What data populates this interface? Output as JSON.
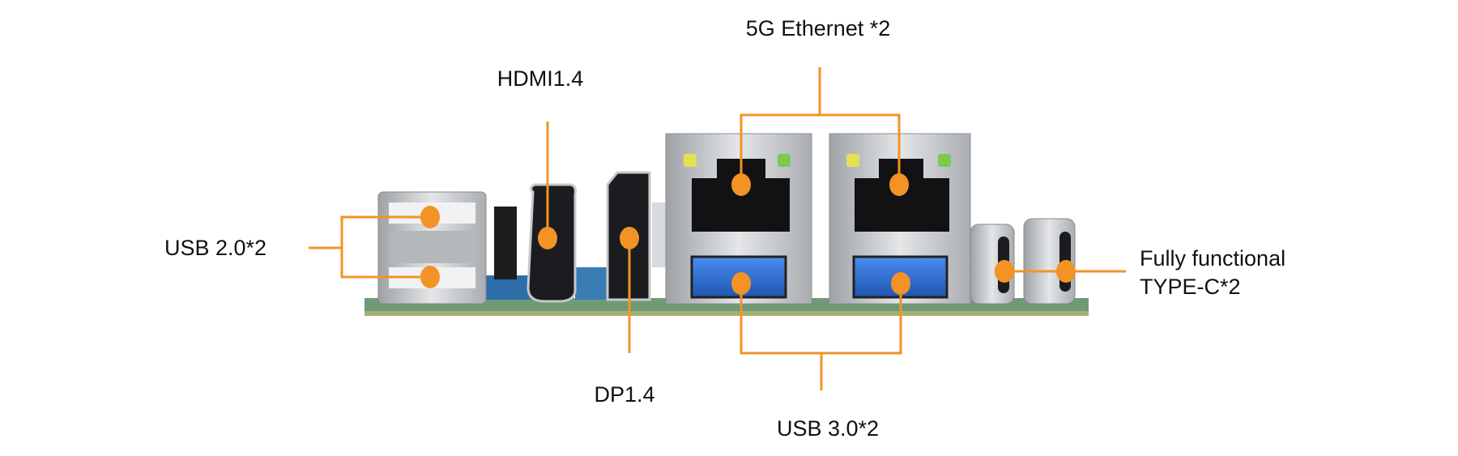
{
  "labels": {
    "ethernet": "5G Ethernet *2",
    "hdmi": "HDMI1.4",
    "dp": "DP1.4",
    "usb2": "USB 2.0*2",
    "usb3": "USB 3.0*2",
    "typec_line1": "Fully functional",
    "typec_line2": "TYPE-C*2"
  },
  "colors": {
    "accent": "#F39325",
    "metal": "#C9CBCE",
    "usb3_blue": "#2F6FD1",
    "pcb": "#5B8F7A"
  }
}
